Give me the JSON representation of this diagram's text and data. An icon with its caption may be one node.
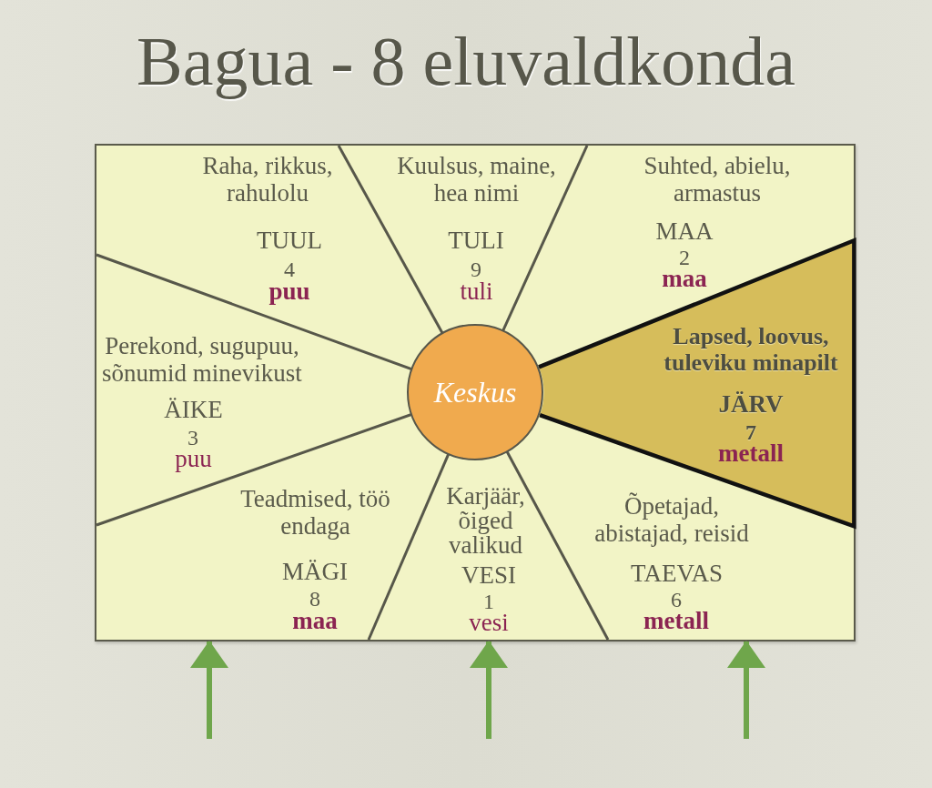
{
  "diagram": {
    "title": "Bagua - 8 eluvaldkonda",
    "nodes": [
      {
        "text": [
          "Raha, rikkus, rahulolu",
          "TUUL",
          "4",
          "puu"
        ]
      },
      {
        "text": [
          "Kuulsus, maine, hea nimi",
          "TULI",
          "9",
          "tuli"
        ]
      },
      {
        "text": [
          "Suhted, abielu, armastus",
          "MAA",
          "2",
          "maa"
        ]
      },
      {
        "text": [
          "Perekond, sugupuu, sõnumid minevikust",
          "ÄIKE",
          "3",
          "puu"
        ]
      },
      {
        "text": [
          "Keskus"
        ]
      },
      {
        "text": [
          "Lapsed, loovus, tuleviku minapilt",
          "JÄRV",
          "7",
          "metall"
        ]
      },
      {
        "text": [
          "Teadmised, töö endaga",
          "MÄGI",
          "8",
          "maa"
        ]
      },
      {
        "text": [
          "Karjäär, õiged valikud",
          "VESI",
          "1",
          "vesi"
        ]
      },
      {
        "text": [
          "Õpetajad, abistajad, reisid",
          "TAEVAS",
          "6",
          "metall"
        ]
      }
    ],
    "edges": [
      {
        "from": null,
        "to": 6,
        "arrow": "to"
      },
      {
        "from": null,
        "to": 7,
        "arrow": "to"
      },
      {
        "from": null,
        "to": 8,
        "arrow": "to"
      }
    ]
  }
}
